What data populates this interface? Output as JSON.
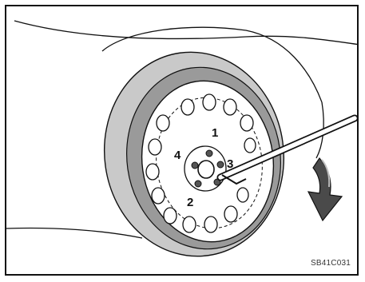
{
  "figure": {
    "step_numbers": [
      "1",
      "2",
      "3",
      "4"
    ],
    "reference_code": "SB41C031"
  },
  "icons": {
    "wheel": "wheel-icon",
    "wrench": "lug-wrench-icon",
    "arrow": "rotation-arrow-icon"
  },
  "colors": {
    "tire_light": "#c9c9c9",
    "tire_dark": "#8d8d8d",
    "line": "#111111",
    "arrow_dark": "#4a4a4a"
  }
}
